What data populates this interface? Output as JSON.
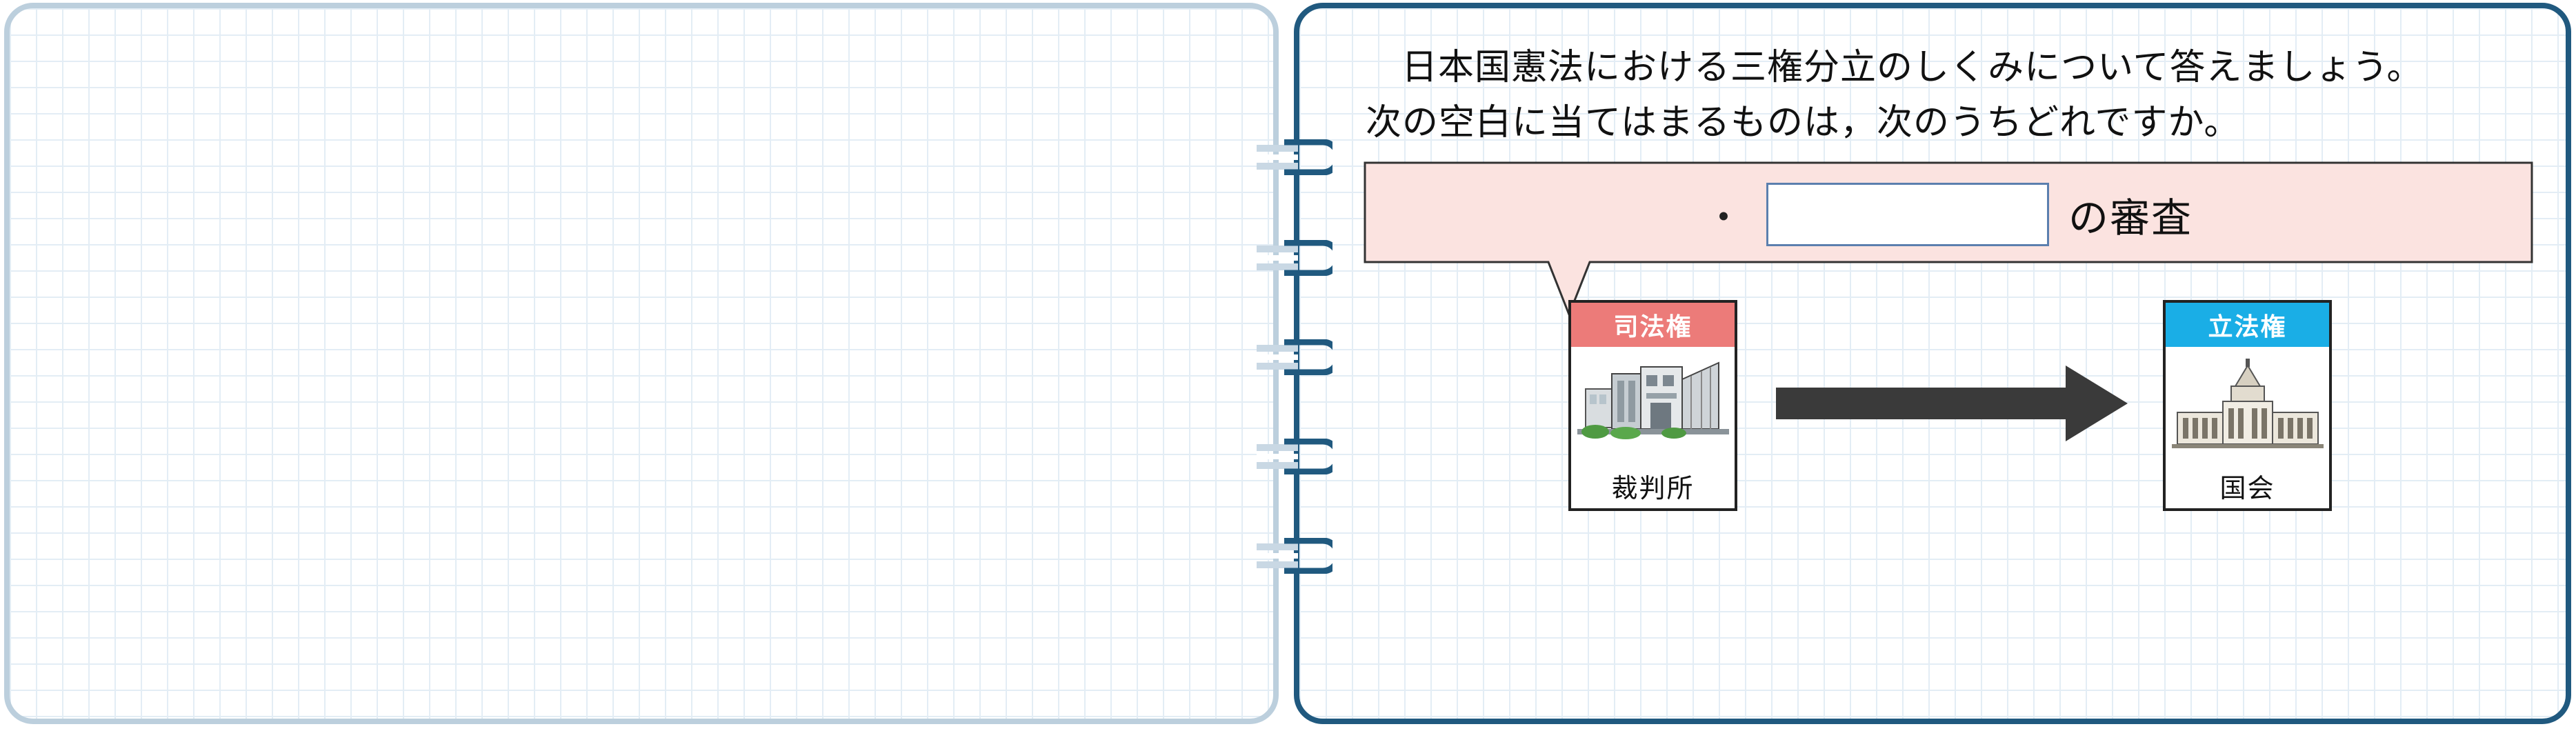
{
  "question": {
    "line1": "日本国憲法における三権分立のしくみについて答えましょう。",
    "line2": "次の空白に当てはまるものは，次のうちどれですか。"
  },
  "bubble": {
    "bullet": "・",
    "blank_value": "",
    "after_text": "の審査"
  },
  "cards": {
    "judicial": {
      "header": "司法権",
      "caption": "裁判所",
      "header_color": "#ec7b79",
      "icon": "supreme-court-building-icon"
    },
    "legislative": {
      "header": "立法権",
      "caption": "国会",
      "header_color": "#1aaee6",
      "icon": "national-diet-building-icon"
    }
  },
  "arrow": {
    "direction": "right",
    "color": "#3a3a3a"
  },
  "colors": {
    "left_page_border": "#bccfdd",
    "right_page_border": "#20597f",
    "bubble_fill": "#fbe3e0",
    "ring_color": "#20597f"
  }
}
